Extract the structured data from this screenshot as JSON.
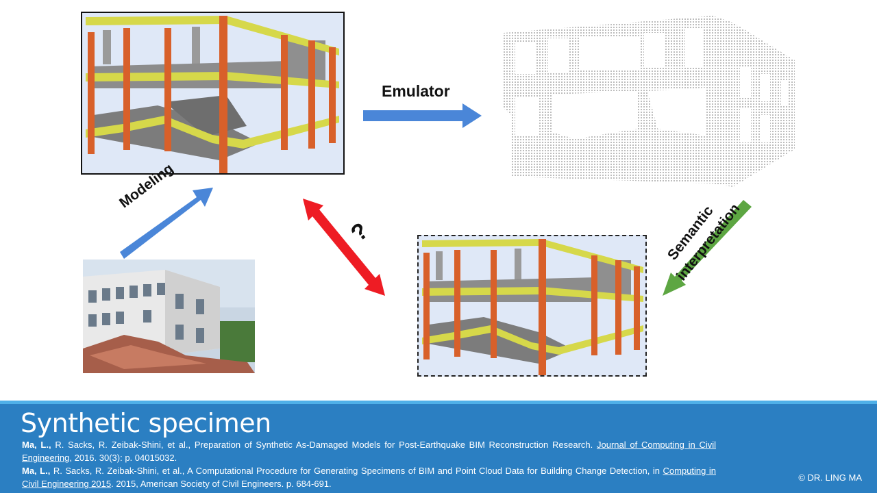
{
  "labels": {
    "emulator": "Emulator",
    "modeling": "Modeling",
    "question": "?",
    "semantic": "Semantic",
    "interpretation": "interpretation"
  },
  "footer": {
    "title": "Synthetic specimen",
    "ref1": {
      "author": "Ma, L.,",
      "text_a": " R. Sacks, R. Zeibak-Shini, et al., Preparation of Synthetic As-Damaged Models for Post-Earthquake BIM Reconstruction Research. ",
      "journal": "Journal of Computing in Civil Engineering",
      "text_b": ", 2016. 30(3): p. 04015032."
    },
    "ref2": {
      "author": "Ma, L.,",
      "text_a": " R. Sacks, R. Zeibak-Shini, et al., A Computational Procedure for Generating Specimens of BIM and Point Cloud Data for Building Change Detection, in ",
      "journal": "Computing in Civil Engineering 2015",
      "text_b": ". 2015, American Society of Civil Engineers. p. 684-691."
    },
    "copyright": "© DR. LING MA"
  },
  "colors": {
    "arrow_blue": "#4a86d8",
    "arrow_red": "#ee1c24",
    "arrow_green": "#5da642",
    "footer_bg": "#2b7fc2",
    "footer_accent": "#4fb0e8",
    "beam_yellow": "#d6d84a",
    "column_orange": "#d8602a"
  }
}
